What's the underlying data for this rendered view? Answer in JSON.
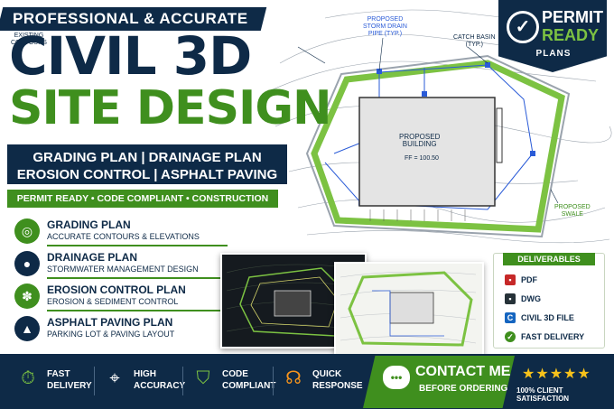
{
  "header": {
    "banner": "PROFESSIONAL & ACCURATE",
    "title_line1": "CIVIL 3D",
    "title_line2": "SITE DESIGN"
  },
  "plan_types": {
    "row1": "GRADING PLAN  |  DRAINAGE PLAN",
    "row2": "EROSION CONTROL  |  ASPHALT PAVING"
  },
  "tagline": "PERMIT READY • CODE COMPLIANT • CONSTRUCTION READY",
  "services": [
    {
      "title": "GRADING PLAN",
      "desc": "ACCURATE CONTOURS & ELEVATIONS",
      "icon": "contour-icon",
      "color": "#3f8f1e"
    },
    {
      "title": "DRAINAGE PLAN",
      "desc": "STORMWATER MANAGEMENT DESIGN",
      "icon": "water-drop-icon",
      "color": "#0e2a47"
    },
    {
      "title": "EROSION CONTROL PLAN",
      "desc": "EROSION & SEDIMENT CONTROL",
      "icon": "grass-icon",
      "color": "#3f8f1e"
    },
    {
      "title": "ASPHALT PAVING PLAN",
      "desc": "PARKING LOT & PAVING LAYOUT",
      "icon": "road-icon",
      "color": "#0e2a47"
    }
  ],
  "badge": {
    "line1": "PERMIT",
    "line2": "READY",
    "line3": "PLANS"
  },
  "callouts": {
    "contours": "EXISTING\nCONTOURS",
    "storm": "PROPOSED\nSTORM DRAIN\nPIPE (TYP.)",
    "catch": "CATCH BASIN\n(TYP.)",
    "building": "PROPOSED\nBUILDING",
    "ff": "FF = 100.50",
    "swale": "PROPOSED\nSWALE"
  },
  "deliverables": {
    "heading": "DELIVERABLES",
    "items": [
      {
        "label": "PDF",
        "icon": "pdf-file-icon",
        "color": "#c62828"
      },
      {
        "label": "DWG",
        "icon": "dwg-file-icon",
        "color": "#263238"
      },
      {
        "label": "CIVIL 3D FILE",
        "icon": "civil3d-file-icon",
        "color": "#1565c0"
      },
      {
        "label": "FAST DELIVERY",
        "icon": "check-circle-icon",
        "color": "#3f8f1e"
      }
    ]
  },
  "features": [
    {
      "l1": "FAST",
      "l2": "DELIVERY",
      "icon": "stopwatch-icon"
    },
    {
      "l1": "HIGH",
      "l2": "ACCURACY",
      "icon": "crosshair-icon"
    },
    {
      "l1": "CODE",
      "l2": "COMPLIANT",
      "icon": "shield-check-icon"
    },
    {
      "l1": "QUICK",
      "l2": "RESPONSE",
      "icon": "headset-icon"
    }
  ],
  "contact": {
    "title": "CONTACT ME",
    "sub": "BEFORE ORDERING"
  },
  "rating": {
    "stars": "★★★★★",
    "text": "100% CLIENT SATISFACTION"
  },
  "colors": {
    "navy": "#0e2a47",
    "green": "#3f8f1e",
    "lime": "#7cc242",
    "star": "#f7c21b"
  }
}
